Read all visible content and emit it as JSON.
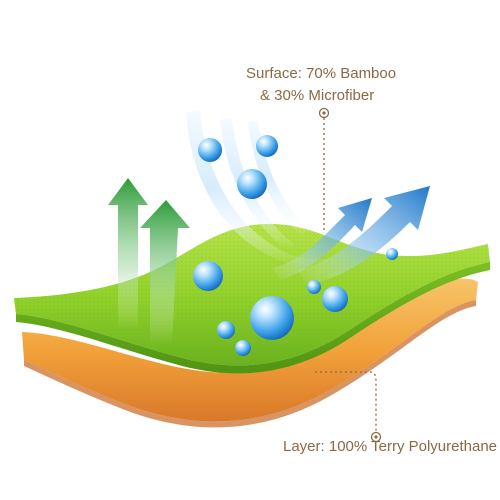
{
  "labels": {
    "surface_line1": "Surface: 70% Bamboo",
    "surface_line2": "& 30% Microfiber",
    "layer": "Layer: 100% Terry Polyurethane"
  },
  "colors": {
    "label_text": "#8a6a44",
    "surface_green": "#8fcf2a",
    "surface_green_dark": "#5fa81a",
    "layer_orange": "#f2a23a",
    "layer_orange_dark": "#d9782a",
    "arrow_green": "#2e9b3a",
    "arrow_blue": "#1f78c8",
    "droplet_blue": "#3aa0e8",
    "leader_line": "#8a6a44"
  },
  "icons": [
    "water-droplet-icon",
    "up-arrow-icon",
    "diagonal-arrow-icon"
  ]
}
